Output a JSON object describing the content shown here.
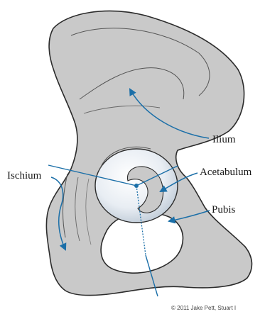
{
  "labels": {
    "ilium": "Ilium",
    "ischium": "Ischium",
    "acetabulum": "Acetabulum",
    "pubis": "Pubis"
  },
  "copyright": "© 2011 Jake Pett, Stuart I",
  "colors": {
    "bone_fill": "#c9c9c9",
    "bone_outline": "#2b2b2b",
    "socket_fill": "#e4e9f0",
    "pointer": "#1b6fa8",
    "label_text": "#1a1a1a"
  }
}
